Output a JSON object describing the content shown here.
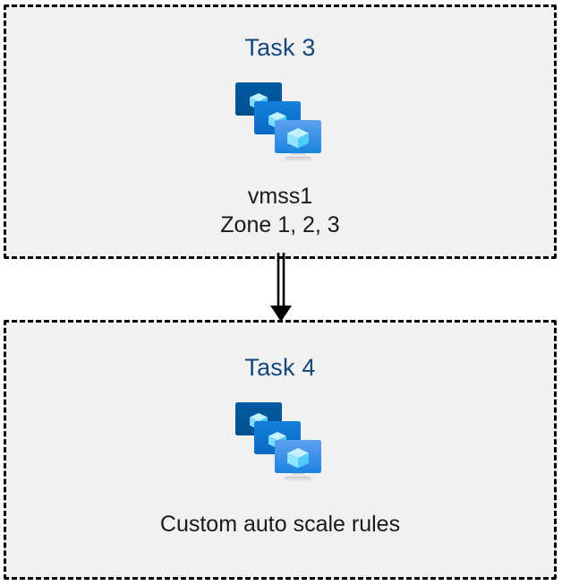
{
  "diagram": {
    "type": "flow",
    "title": "",
    "background_color": "#ffffff",
    "box_fill_color": "#f1f1f1",
    "box_border_color": "#000000",
    "box_border_style": "dashed",
    "title_color": "#14477d",
    "caption_color": "#1a1a1a",
    "connector_color": "#000000",
    "nodes": [
      {
        "id": "task3",
        "title": "Task 3",
        "icon": "azure-vm-scale-set-icon",
        "caption_lines": [
          "vmss1",
          "Zone 1, 2, 3"
        ],
        "caption": "vmss1\nZone 1, 2, 3"
      },
      {
        "id": "task4",
        "title": "Task 4",
        "icon": "azure-vm-scale-set-icon",
        "caption_lines": [
          "Custom auto scale rules"
        ],
        "caption": "Custom auto scale rules"
      }
    ],
    "edges": [
      {
        "id": "task3-to-task4",
        "from": "task3",
        "to": "task4",
        "style": "double-line",
        "arrowhead": "solid-triangle",
        "direction": "down"
      }
    ]
  },
  "icon_palette": {
    "monitor_back_color": "#005a9e",
    "monitor_mid_color": "#0078d4",
    "monitor_front_top_color": "#5ea0ef",
    "monitor_front_bottom_color": "#1b84e0",
    "cube_light_color": "#c3f1ff",
    "cube_mid_color": "#9bebff",
    "cube_dark_color": "#50d9ff",
    "stand_color": "#a8a8a8"
  }
}
